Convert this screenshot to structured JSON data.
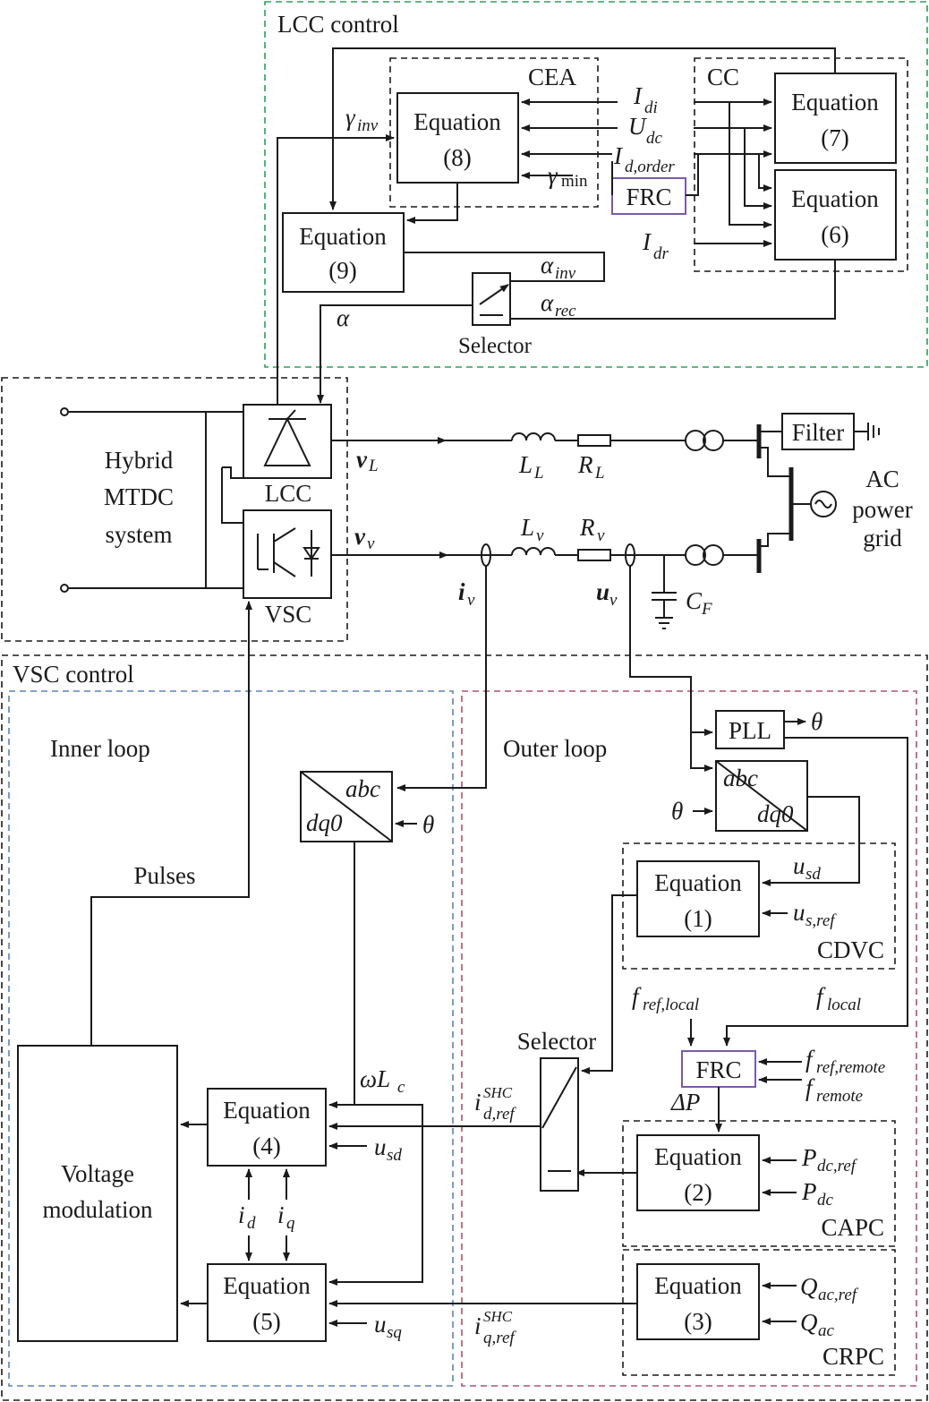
{
  "regions": {
    "lcc_control": "LCC control",
    "vsc_control": "VSC control",
    "hybrid": [
      "Hybrid",
      "MTDC",
      "system"
    ],
    "inner_loop": "Inner loop",
    "outer_loop": "Outer loop",
    "cea": "CEA",
    "cc": "CC",
    "cdvc": "CDVC",
    "capc": "CAPC",
    "crpc": "CRPC"
  },
  "blocks": {
    "eq8": [
      "Equation",
      "(8)"
    ],
    "eq7": [
      "Equation",
      "(7)"
    ],
    "eq6": [
      "Equation",
      "(6)"
    ],
    "eq9": [
      "Equation",
      "(9)"
    ],
    "eq1": [
      "Equation",
      "(1)"
    ],
    "eq2": [
      "Equation",
      "(2)"
    ],
    "eq3": [
      "Equation",
      "(3)"
    ],
    "eq4": [
      "Equation",
      "(4)"
    ],
    "eq5": [
      "Equation",
      "(5)"
    ],
    "frc": "FRC",
    "pll": "PLL",
    "filter": "Filter",
    "selector": "Selector",
    "voltage_modulation": [
      "Voltage",
      "modulation"
    ],
    "lcc": "LCC",
    "vsc": "VSC",
    "ac_grid": [
      "AC",
      "power",
      "grid"
    ],
    "pulses": "Pulses"
  },
  "signals": {
    "gamma": "γ",
    "inv": "inv",
    "min": "min",
    "I": "I",
    "U": "U",
    "di": "di",
    "dc": "dc",
    "d_order": "d,order",
    "dr": "dr",
    "alpha": "α",
    "rec": "rec",
    "v": "v",
    "L": "L",
    "R": "R",
    "C": "C",
    "F": "F",
    "i": "i",
    "u": "u",
    "theta": "θ",
    "abc": "abc",
    "dq0": "dq0",
    "sd": "sd",
    "sq": "sq",
    "s_ref": "s,ref",
    "f": "f",
    "ref_local": "ref,local",
    "local": "local",
    "ref_remote": "ref,remote",
    "remote": "remote",
    "delta_P": "ΔP",
    "P": "P",
    "dc_ref": "dc,ref",
    "Q": "Q",
    "ac_ref": "ac,ref",
    "ac": "ac",
    "omega_L": "ωL",
    "c": "c",
    "SHC": "SHC",
    "d_ref": "d,ref",
    "q_ref": "q,ref",
    "d": "d",
    "q": "q"
  },
  "colors": {
    "lcc_frame": "#2aa05a",
    "inner_frame": "#5a82b8",
    "outer_frame": "#b05070",
    "frc_box": "#7b5aa8",
    "line": "#1a1a1a"
  }
}
